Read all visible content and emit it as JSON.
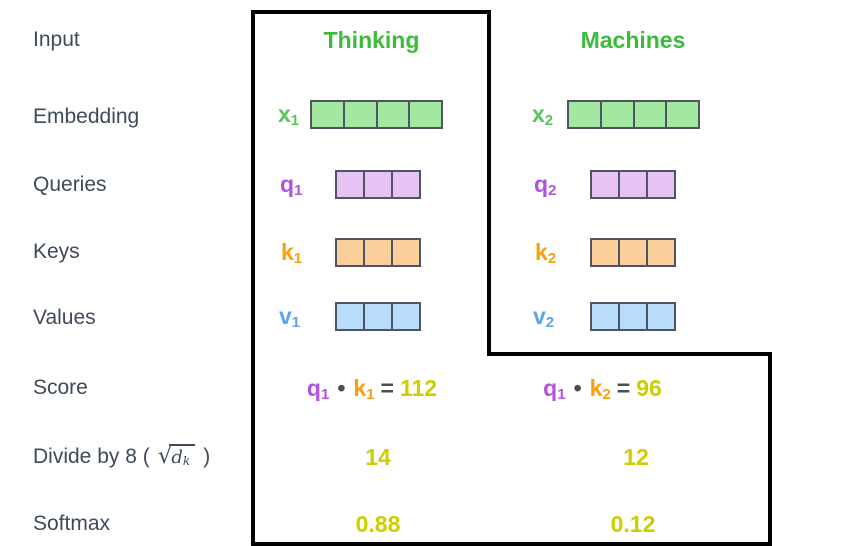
{
  "colors": {
    "frame": "#000000",
    "header_green": "#3cbc3c",
    "green_label": "#57c457",
    "green_fill": "#a3e8a0",
    "purple_label": "#b152e0",
    "purple_fill": "#e7c2f4",
    "orange_label": "#ff9d0d",
    "orange_fill": "#fbcf99",
    "blue_label": "#57a5f3",
    "blue_fill": "#b9dcfa",
    "yellow_value": "#cdcd00",
    "label_text": "#3f4a59",
    "operator_gray": "#474f58",
    "cell_border": "#4d5565"
  },
  "headers": {
    "thinking": "Thinking",
    "machines": "Machines"
  },
  "row_labels": {
    "input": "Input",
    "embedding": "Embedding",
    "queries": "Queries",
    "keys": "Keys",
    "values": "Values",
    "score": "Score",
    "softmax": "Softmax"
  },
  "divide_label": {
    "prefix": "Divide by 8 (",
    "radical": "√",
    "var": "d",
    "var_sub": "k",
    "suffix": ")"
  },
  "vectors": {
    "x1": {
      "base": "x",
      "sub": "1",
      "cells": 4
    },
    "x2": {
      "base": "x",
      "sub": "2",
      "cells": 4
    },
    "q1": {
      "base": "q",
      "sub": "1",
      "cells": 3
    },
    "q2": {
      "base": "q",
      "sub": "2",
      "cells": 3
    },
    "k1": {
      "base": "k",
      "sub": "1",
      "cells": 3
    },
    "k2": {
      "base": "k",
      "sub": "2",
      "cells": 3
    },
    "v1": {
      "base": "v",
      "sub": "1",
      "cells": 3
    },
    "v2": {
      "base": "v",
      "sub": "2",
      "cells": 3
    }
  },
  "score_row": {
    "thinking": {
      "q_base": "q",
      "q_sub": "1",
      "dot": "•",
      "k_base": "k",
      "k_sub": "1",
      "equals": "=",
      "value": "112"
    },
    "machines": {
      "q_base": "q",
      "q_sub": "1",
      "dot": "•",
      "k_base": "k",
      "k_sub": "2",
      "equals": "=",
      "value": "96"
    }
  },
  "divide_row": {
    "thinking": "14",
    "machines": "12"
  },
  "softmax_row": {
    "thinking": "0.88",
    "machines": "0.12"
  }
}
